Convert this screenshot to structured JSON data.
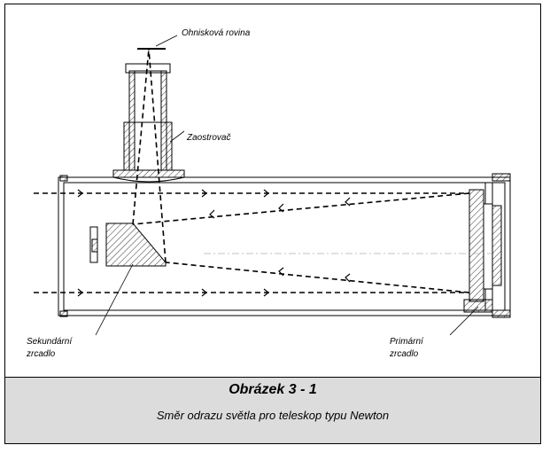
{
  "labels": {
    "focal_plane": "Ohnisková rovina",
    "focuser": "Zaostrovač",
    "secondary_line1": "Sekundární",
    "secondary_line2": "zrcadlo",
    "primary_line1": "Primární",
    "primary_line2": "zrcadlo"
  },
  "caption": {
    "title": "Obrázek 3 - 1",
    "subtitle": "Směr odrazu světla pro teleskop typu Newton"
  }
}
